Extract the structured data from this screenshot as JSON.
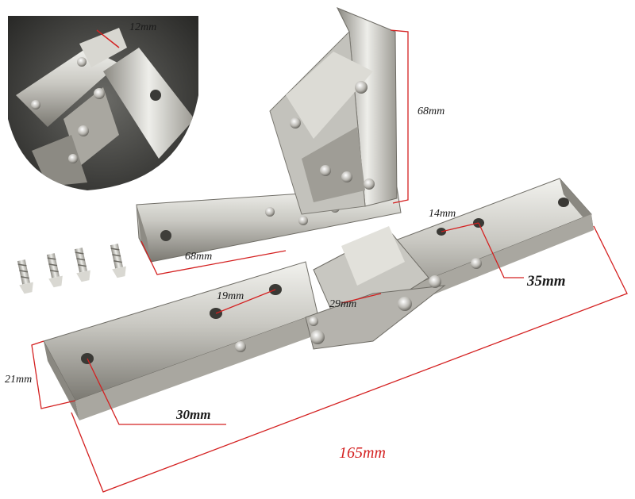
{
  "image": {
    "description_labels": {
      "inset_width": "12mm",
      "vertical_height": "68mm",
      "horizontal_length": "68mm",
      "slot_14": "14mm",
      "slot_35": "35mm",
      "slot_19": "19mm",
      "slot_29": "29mm",
      "width_21": "21mm",
      "hole_30": "30mm",
      "total_165": "165mm"
    },
    "colors": {
      "metal_light": "#e8e8e4",
      "metal_mid": "#b9b8b2",
      "metal_dark": "#6f6d66",
      "dimension_line": "#d42020",
      "background": "#ffffff"
    }
  }
}
